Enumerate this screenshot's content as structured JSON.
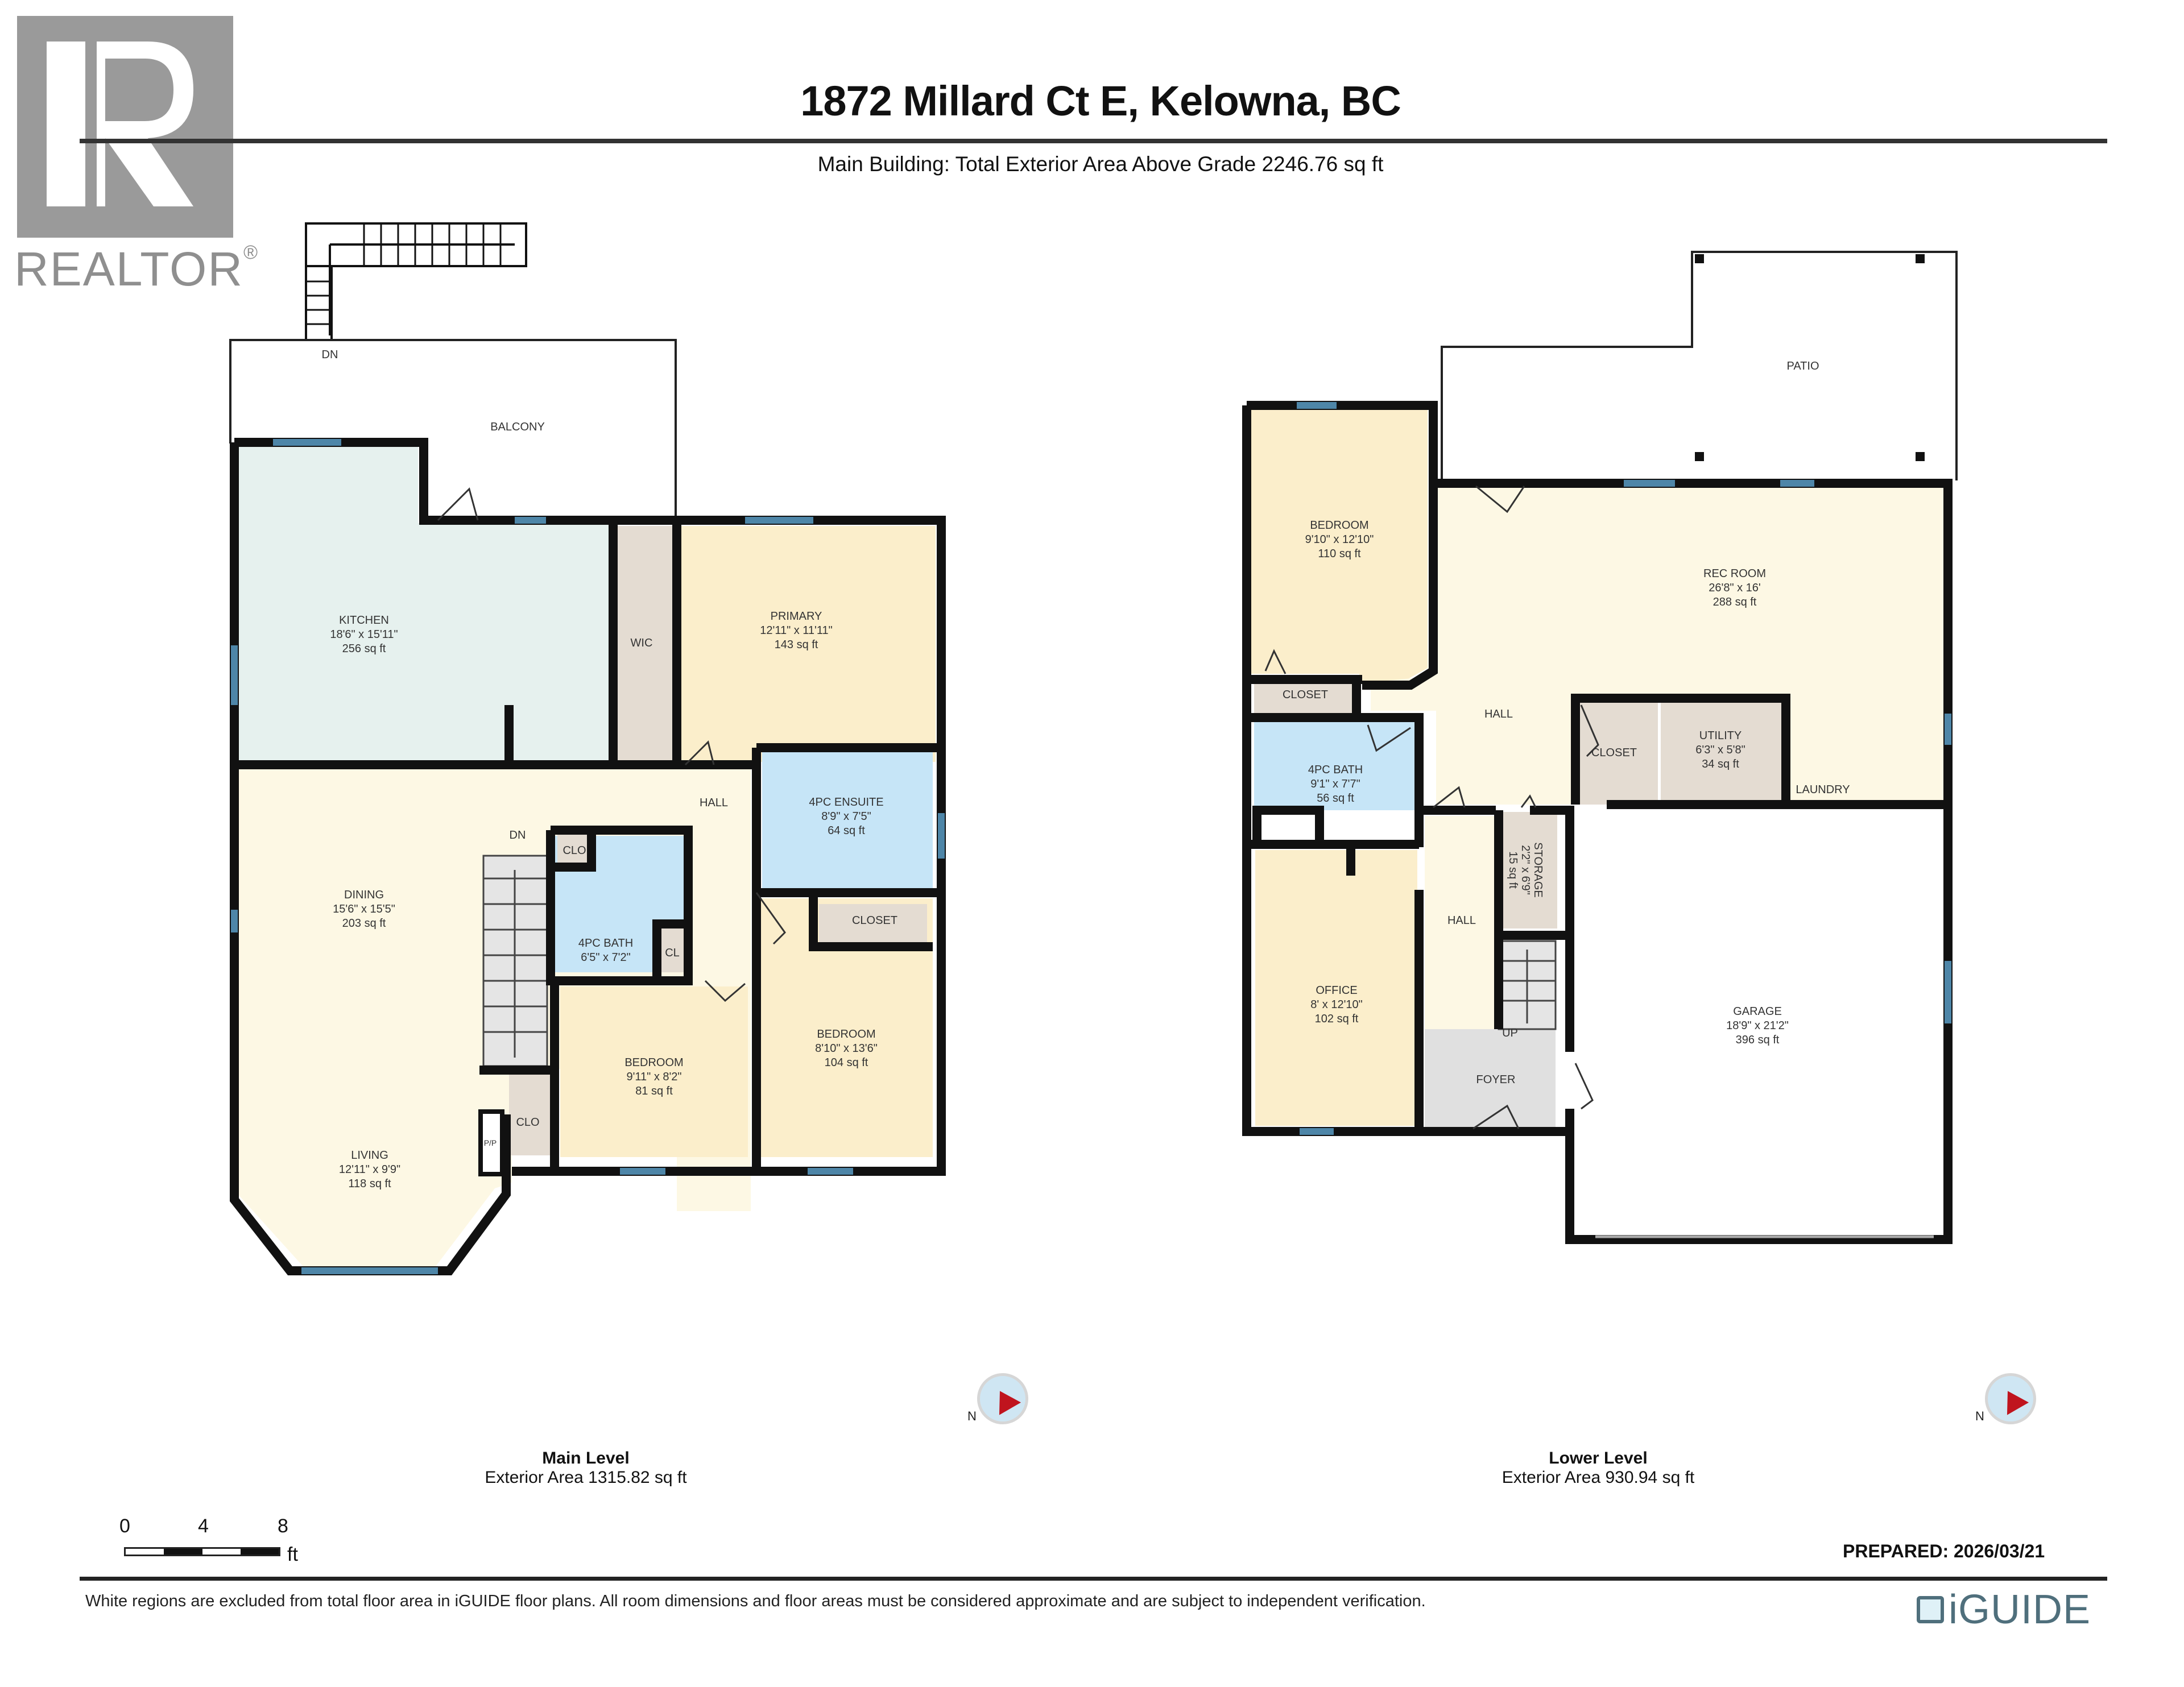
{
  "header": {
    "title": "1872 Millard Ct E, Kelowna, BC",
    "subtitle": "Main Building: Total Exterior Area Above Grade 2246.76 sq ft"
  },
  "branding": {
    "realtor_logo_icon": "realtor-r-logo",
    "realtor_word": "REALTOR",
    "realtor_mark": "®",
    "iguide_word": "iGUIDE",
    "iguide_icon": "iguide-camera-logo"
  },
  "colors": {
    "kitchen": "#e6f1ee",
    "living": "#fdf8e4",
    "bedroom": "#fbeecb",
    "bath": "#c6e5f7",
    "closet": "#e4dcd2",
    "foyer": "#e0e0e0",
    "wall": "#111111",
    "window": "#4e86a8",
    "compass_needle": "#c0141e"
  },
  "main_level": {
    "name": "Main Level",
    "area": "Exterior Area 1315.82 sq ft",
    "rooms": [
      {
        "name": "KITCHEN",
        "dims": "18'6\" x 15'11\"",
        "area": "256 sq ft"
      },
      {
        "name": "PRIMARY",
        "dims": "12'11\" x 11'11\"",
        "area": "143 sq ft"
      },
      {
        "name": "WIC",
        "dims": "",
        "area": ""
      },
      {
        "name": "4PC ENSUITE",
        "dims": "8'9\" x 7'5\"",
        "area": "64 sq ft"
      },
      {
        "name": "DINING",
        "dims": "15'6\" x 15'5\"",
        "area": "203 sq ft"
      },
      {
        "name": "LIVING",
        "dims": "12'11\" x 9'9\"",
        "area": "118 sq ft"
      },
      {
        "name": "4PC BATH",
        "dims": "6'5\" x 7'2\"",
        "area": ""
      },
      {
        "name": "BEDROOM",
        "dims": "9'11\" x 8'2\"",
        "area": "81 sq ft"
      },
      {
        "name": "BEDROOM",
        "dims": "8'10\" x 13'6\"",
        "area": "104 sq ft"
      },
      {
        "name": "CLOSET",
        "dims": "",
        "area": ""
      },
      {
        "name": "CLO",
        "dims": "",
        "area": ""
      },
      {
        "name": "CLO",
        "dims": "",
        "area": ""
      },
      {
        "name": "CL",
        "dims": "",
        "area": ""
      },
      {
        "name": "P/P",
        "dims": "",
        "area": ""
      },
      {
        "name": "HALL",
        "dims": "",
        "area": ""
      },
      {
        "name": "BALCONY",
        "dims": "",
        "area": ""
      }
    ],
    "stair_labels": [
      "DN",
      "DN"
    ]
  },
  "lower_level": {
    "name": "Lower Level",
    "area": "Exterior Area 930.94 sq ft",
    "rooms": [
      {
        "name": "BEDROOM",
        "dims": "9'10\" x 12'10\"",
        "area": "110 sq ft"
      },
      {
        "name": "REC ROOM",
        "dims": "26'8\" x 16'",
        "area": "288 sq ft"
      },
      {
        "name": "PATIO",
        "dims": "",
        "area": ""
      },
      {
        "name": "CLOSET",
        "dims": "",
        "area": ""
      },
      {
        "name": "HALL",
        "dims": "",
        "area": ""
      },
      {
        "name": "4PC BATH",
        "dims": "9'1\" x 7'7\"",
        "area": "56 sq ft"
      },
      {
        "name": "CLOSET",
        "dims": "",
        "area": ""
      },
      {
        "name": "UTILITY",
        "dims": "6'3\" x 5'8\"",
        "area": "34 sq ft"
      },
      {
        "name": "LAUNDRY",
        "dims": "",
        "area": ""
      },
      {
        "name": "STORAGE",
        "dims": "2'2\" x 6'9\"",
        "area": "15 sq ft"
      },
      {
        "name": "HALL",
        "dims": "",
        "area": ""
      },
      {
        "name": "OFFICE",
        "dims": "8' x 12'10\"",
        "area": "102 sq ft"
      },
      {
        "name": "FOYER",
        "dims": "",
        "area": ""
      },
      {
        "name": "GARAGE",
        "dims": "18'9\" x 21'2\"",
        "area": "396 sq ft"
      }
    ],
    "stair_labels": [
      "UP"
    ]
  },
  "scale_bar": {
    "ticks": [
      "0",
      "4",
      "8"
    ],
    "unit": "ft"
  },
  "compass": {
    "label": "N"
  },
  "prepared": "PREPARED: 2026/03/21",
  "footer": {
    "note": "White regions are excluded from total floor area in iGUIDE floor plans. All room dimensions and floor areas must be considered approximate and are subject to independent verification."
  }
}
